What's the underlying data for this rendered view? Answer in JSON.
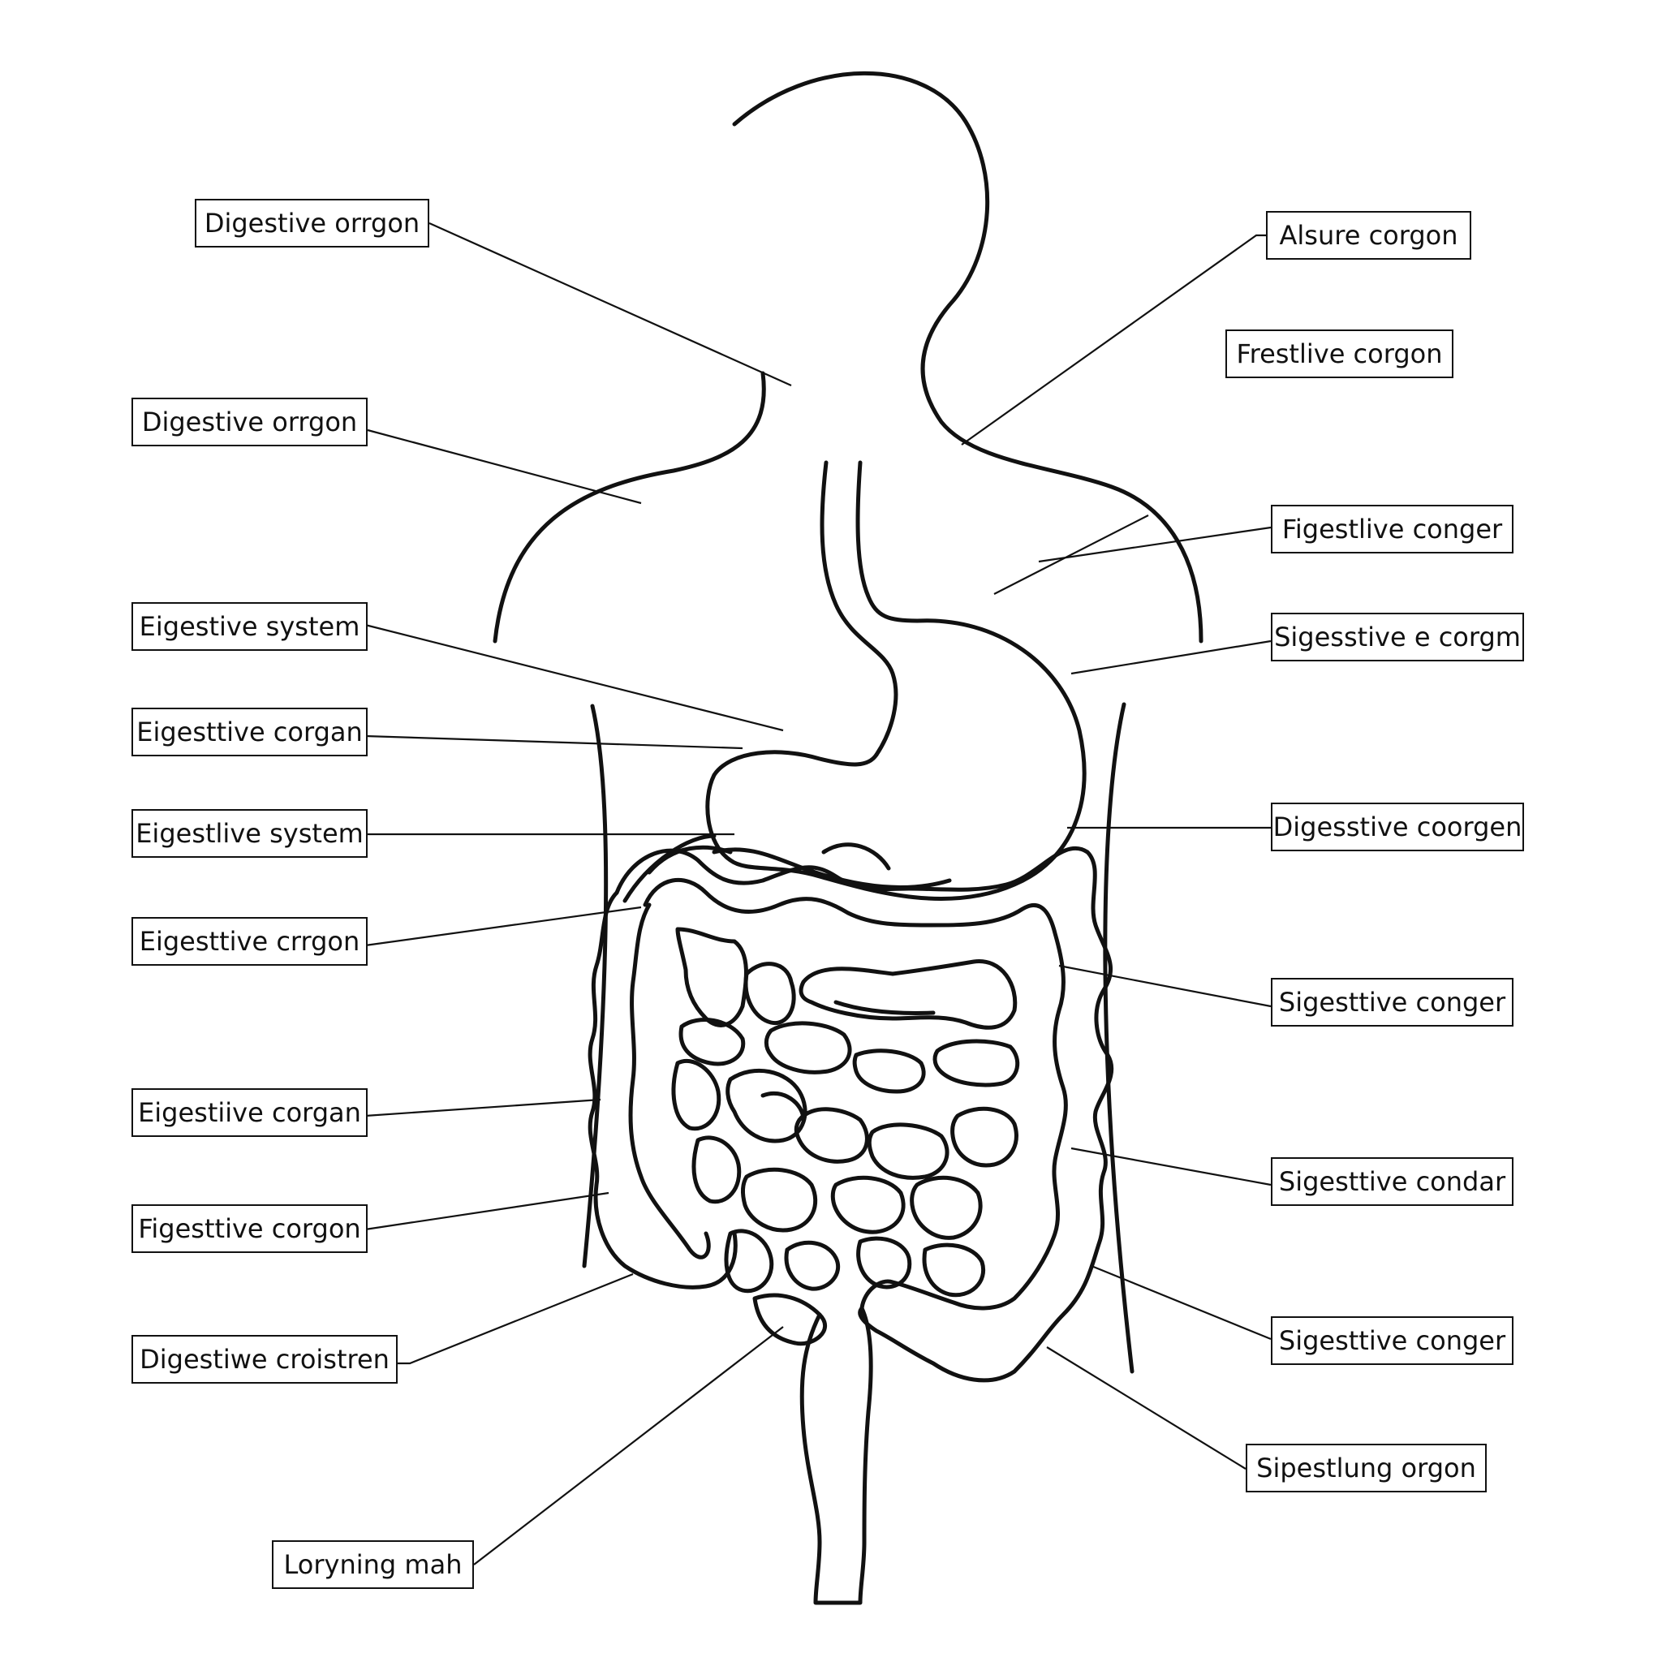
{
  "labels": {
    "left": [
      "Digestive orrgon",
      "Digestive orrgon",
      "Eigestive system",
      "Eigesttive corgan",
      "Eigestlive system",
      "Eigesttive crrgon",
      "Eigestiive corgan",
      "Figesttive corgon",
      "Digestiwe croistren",
      "Loryning mah"
    ],
    "right": [
      "Alsure corgon",
      "Frestlive corgon",
      "Figestlive conger",
      "Sigesstive e corgm",
      "Digesstive coorgen",
      "Sigesttive conger",
      "Sigesttive condar",
      "Sigesttive conger",
      "Sipestlung orgon"
    ]
  },
  "colors": {
    "line": "#111111",
    "background": "#ffffff"
  }
}
